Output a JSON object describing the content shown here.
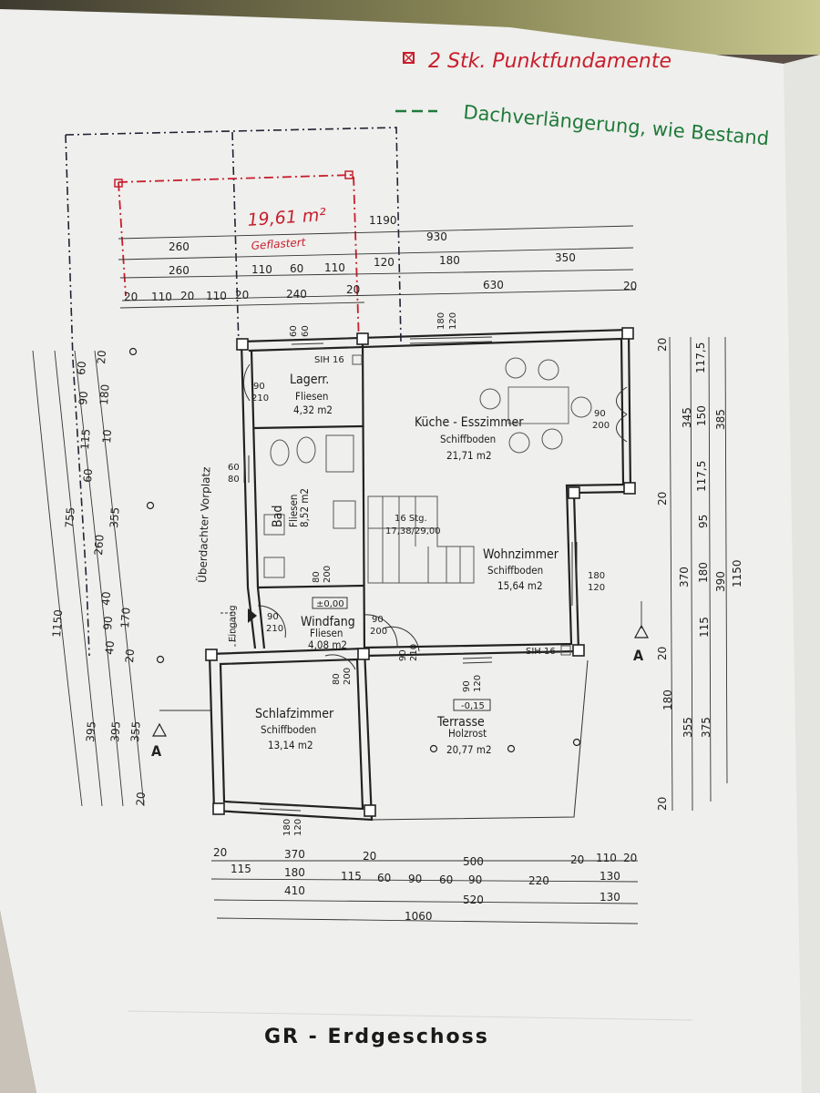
{
  "annotations": {
    "point_foundation": "2 Stk. Punktfundamente",
    "roof_extension": "Dachverlängerung, wie Bestand",
    "area_value": "19,61 m²",
    "area_note": "Geflastert"
  },
  "title": "GR - Erdgeschoss",
  "rooms": [
    {
      "name": "Lagerr.",
      "floor": "Fliesen",
      "area": "4,32 m2"
    },
    {
      "name": "Küche - Esszimmer",
      "floor": "Schiffboden",
      "area": "21,71 m2"
    },
    {
      "name": "Bad",
      "floor": "Fliesen",
      "area": "8,52 m2"
    },
    {
      "name": "Wohnzimmer",
      "floor": "Schiffboden",
      "area": "15,64 m2"
    },
    {
      "name": "Windfang",
      "floor": "Fliesen",
      "area": "4,08 m2"
    },
    {
      "name": "Schlafzimmer",
      "floor": "Schiffboden",
      "area": "13,14 m2"
    },
    {
      "name": "Terrasse",
      "floor": "Holzrost",
      "area": "20,77 m2"
    }
  ],
  "labels": {
    "vorplatz": "Überdachter Vorplatz",
    "stair": "16 Stg.",
    "stair_ratio": "17,38/29,00",
    "sih1": "SIH 16",
    "sih2": "SIH 16",
    "level_windfang": "±0,00",
    "level_terrasse": "-0,15",
    "entrance": "Eingang",
    "section": "A"
  },
  "dims_top": {
    "row1": [
      "1190"
    ],
    "row2": [
      "260",
      "930"
    ],
    "row3": [
      "260",
      "110",
      "60",
      "110",
      "120",
      "180",
      "350"
    ],
    "row4": [
      "20",
      "110",
      "20",
      "110",
      "20",
      "240",
      "20",
      "630",
      "20"
    ],
    "sill": [
      "60",
      "60",
      "180",
      "120"
    ]
  },
  "dims_left": {
    "col1": "1150",
    "col2": [
      "755",
      "395"
    ],
    "col3": [
      "60",
      "90",
      "115",
      "60",
      "260",
      "40",
      "90",
      "40",
      "395"
    ],
    "col4": [
      "20",
      "180",
      "10",
      "355",
      "170",
      "20",
      "355",
      "20"
    ]
  },
  "dims_right": {
    "col1": [
      "20",
      "345",
      "20",
      "370",
      "20",
      "180",
      "20"
    ],
    "col2": [
      "117,5",
      "150",
      "117,5",
      "95",
      "180",
      "115",
      "355"
    ],
    "col3": [
      "385",
      "390",
      "375"
    ],
    "col4": "1150"
  },
  "dims_bottom": {
    "row1": [
      "20",
      "370",
      "20",
      "500",
      "20",
      "110",
      "20"
    ],
    "row2": [
      "115",
      "180",
      "115",
      "60",
      "90",
      "60",
      "90",
      "220",
      "130"
    ],
    "row3": [
      "410",
      "520",
      "130"
    ],
    "row4": "1060"
  },
  "doors": {
    "lager": [
      "90",
      "210"
    ],
    "bad_win": [
      "60",
      "80"
    ],
    "bad_door": [
      "80",
      "200"
    ],
    "kitchen": [
      "90",
      "200"
    ],
    "wohn_win": [
      "180",
      "120"
    ],
    "windfang_e": [
      "90",
      "210"
    ],
    "windfang_d": [
      "90",
      "200"
    ],
    "wohn_d": [
      "90",
      "210"
    ],
    "schlaf_d": [
      "80",
      "200"
    ],
    "ter_win": [
      "90",
      "120"
    ],
    "schlaf_win": [
      "180",
      "120"
    ]
  },
  "colors": {
    "red": "#c81e2c",
    "green": "#1f7a3a",
    "ink": "#222222"
  }
}
